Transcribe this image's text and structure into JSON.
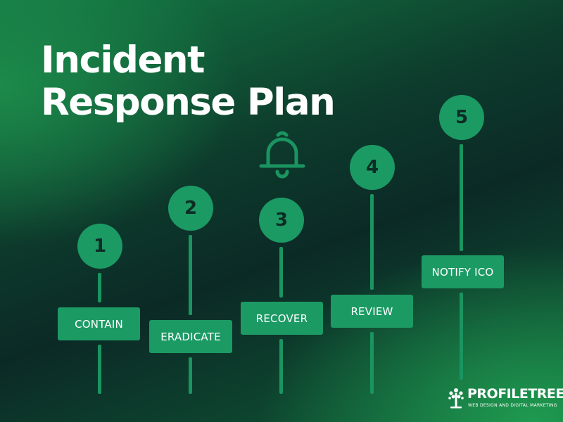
{
  "title": {
    "line1": "Incident",
    "line2": "Response Plan"
  },
  "steps": [
    {
      "number": "1",
      "label": "CONTAIN"
    },
    {
      "number": "2",
      "label": "ERADICATE"
    },
    {
      "number": "3",
      "label": "RECOVER"
    },
    {
      "number": "4",
      "label": "REVIEW"
    },
    {
      "number": "5",
      "label": "NOTIFY ICO"
    }
  ],
  "logo": {
    "name": "PROFILETREE",
    "tagline": "WEB DESIGN AND DIGITAL MARKETING"
  },
  "colors": {
    "accent": "#1c9a64",
    "number_text": "#0e2c26",
    "background_dark": "#0b2a26",
    "background_green": "#1f9a50"
  },
  "icons": [
    "bell-icon",
    "tree-icon"
  ]
}
